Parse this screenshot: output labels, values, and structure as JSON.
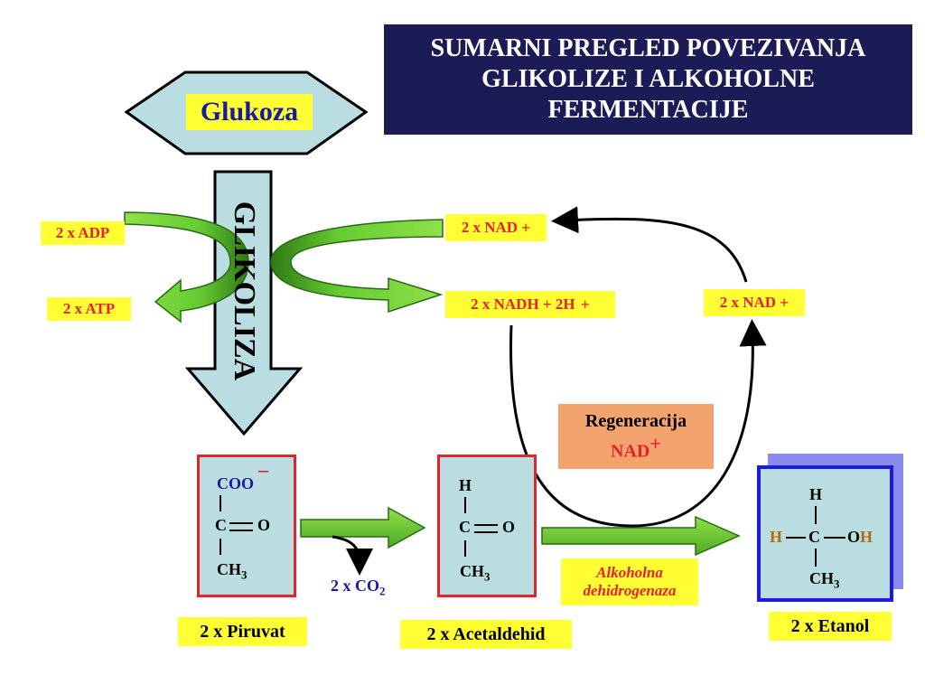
{
  "title": {
    "line1": "SUMARNI  PREGLED  POVEZIVANJA",
    "line2": "GLIKOLIZE  I  ALKOHOLNE",
    "line3": "FERMENTACIJE"
  },
  "glucose": "Glukoza",
  "glycolysis": "GLIKOLIZA",
  "labels": {
    "adp": "2 x ADP",
    "atp": "2 x ATP",
    "nad_top": "2 x NAD",
    "nadh": "2 x NADH + 2H",
    "nad_right": "2 x NAD",
    "plus": "+",
    "co2_prefix": "2 x CO",
    "co2_sub": "2"
  },
  "regeneration": {
    "line1": "Regeneracija",
    "line2": "NAD",
    "plus": "+"
  },
  "enzyme": {
    "line1": "Alkoholna",
    "line2": "dehidrogenaza"
  },
  "pyruvate": {
    "name": "2 x Piruvat",
    "coo": "COO",
    "charge": "–",
    "c": "C",
    "o": "O",
    "ch3": "CH",
    "sub3": "3"
  },
  "acetaldehyde": {
    "name": "2 x Acetaldehid",
    "h": "H",
    "c": "C",
    "o": "O",
    "ch3": "CH",
    "sub3": "3"
  },
  "ethanol": {
    "name": "2 x Etanol",
    "h_top": "H",
    "h_left": "H",
    "c": "C",
    "o": "O",
    "h_oh": "H",
    "ch3": "CH",
    "sub3": "3"
  },
  "colors": {
    "title_bg": "#1b1b55",
    "label_bg": "#ffff33",
    "red_text": "#e8202a",
    "arrow_green": "#66cc33",
    "blue": "#1a1aa0",
    "hexagon_fill": "#b9dde0",
    "regen_bg": "#f2a36e",
    "h_orange": "#b06a10"
  }
}
